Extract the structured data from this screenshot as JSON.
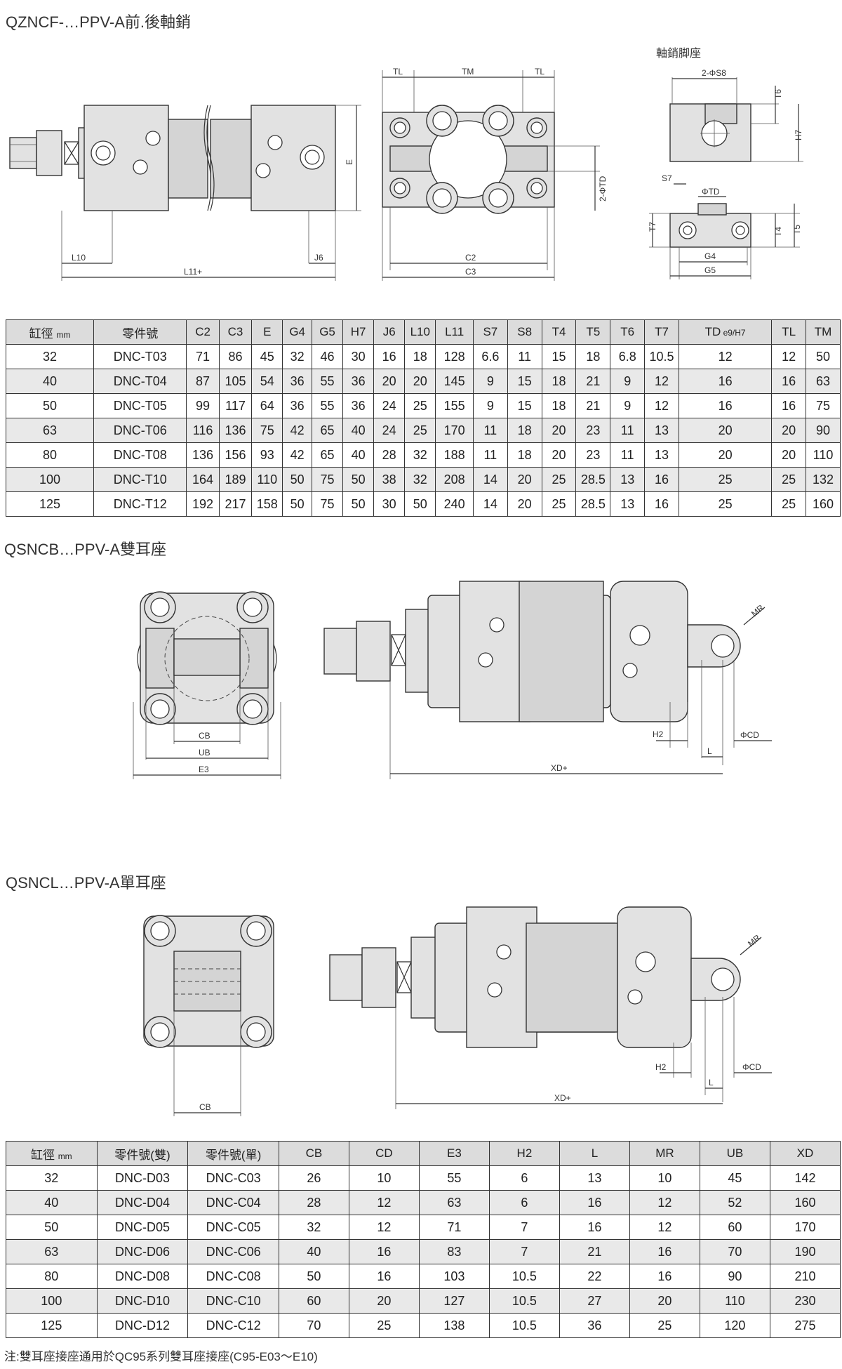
{
  "sections": {
    "s1": {
      "title": "QZNCF-…PPV-A前.後軸銷",
      "subtitle": "軸銷脚座"
    },
    "s2": {
      "title": "QSNCB…PPV-A雙耳座"
    },
    "s3": {
      "title": "QSNCL…PPV-A單耳座"
    }
  },
  "dims1": {
    "l10": "L10",
    "l11": "L11+",
    "j6": "J6",
    "e": "E",
    "tl": "TL",
    "tm": "TM",
    "c2": "C2",
    "c3": "C3",
    "td2": "2-ΦTD",
    "s8": "2-ΦS8",
    "t6": "T6",
    "h7": "H7",
    "s7": "S7",
    "td": "ΦTD",
    "t7": "T7",
    "t4": "T4",
    "t5": "T5",
    "g4": "G4",
    "g5": "G5"
  },
  "dims2": {
    "cb": "CB",
    "ub": "UB",
    "e3": "E3",
    "h2": "H2",
    "l": "L",
    "cd": "ΦCD",
    "xd": "XD+",
    "mr": "MR"
  },
  "dims3": {
    "cb": "CB",
    "h2": "H2",
    "l": "L",
    "cd": "ΦCD",
    "xd": "XD+",
    "mr": "MR"
  },
  "table1": {
    "bore_label": "缸徑",
    "bore_unit": "mm",
    "headers": [
      "零件號",
      "C2",
      "C3",
      "E",
      "G4",
      "G5",
      "H7",
      "J6",
      "L10",
      "L11",
      "S7",
      "S8",
      "T4",
      "T5",
      "T6",
      "T7",
      "TD",
      "TL",
      "TM"
    ],
    "td_sub": "e9/H7",
    "rows": [
      [
        "32",
        "DNC-T03",
        "71",
        "86",
        "45",
        "32",
        "46",
        "30",
        "16",
        "18",
        "128",
        "6.6",
        "11",
        "15",
        "18",
        "6.8",
        "10.5",
        "12",
        "12",
        "50"
      ],
      [
        "40",
        "DNC-T04",
        "87",
        "105",
        "54",
        "36",
        "55",
        "36",
        "20",
        "20",
        "145",
        "9",
        "15",
        "18",
        "21",
        "9",
        "12",
        "16",
        "16",
        "63"
      ],
      [
        "50",
        "DNC-T05",
        "99",
        "117",
        "64",
        "36",
        "55",
        "36",
        "24",
        "25",
        "155",
        "9",
        "15",
        "18",
        "21",
        "9",
        "12",
        "16",
        "16",
        "75"
      ],
      [
        "63",
        "DNC-T06",
        "116",
        "136",
        "75",
        "42",
        "65",
        "40",
        "24",
        "25",
        "170",
        "11",
        "18",
        "20",
        "23",
        "11",
        "13",
        "20",
        "20",
        "90"
      ],
      [
        "80",
        "DNC-T08",
        "136",
        "156",
        "93",
        "42",
        "65",
        "40",
        "28",
        "32",
        "188",
        "11",
        "18",
        "20",
        "23",
        "11",
        "13",
        "20",
        "20",
        "110"
      ],
      [
        "100",
        "DNC-T10",
        "164",
        "189",
        "110",
        "50",
        "75",
        "50",
        "38",
        "32",
        "208",
        "14",
        "20",
        "25",
        "28.5",
        "13",
        "16",
        "25",
        "25",
        "132"
      ],
      [
        "125",
        "DNC-T12",
        "192",
        "217",
        "158",
        "50",
        "75",
        "50",
        "30",
        "50",
        "240",
        "14",
        "20",
        "25",
        "28.5",
        "13",
        "16",
        "25",
        "25",
        "160"
      ]
    ]
  },
  "table2": {
    "bore_label": "缸徑",
    "bore_unit": "mm",
    "headers": [
      "零件號(雙)",
      "零件號(單)",
      "CB",
      "CD",
      "E3",
      "H2",
      "L",
      "MR",
      "UB",
      "XD"
    ],
    "rows": [
      [
        "32",
        "DNC-D03",
        "DNC-C03",
        "26",
        "10",
        "55",
        "6",
        "13",
        "10",
        "45",
        "142"
      ],
      [
        "40",
        "DNC-D04",
        "DNC-C04",
        "28",
        "12",
        "63",
        "6",
        "16",
        "12",
        "52",
        "160"
      ],
      [
        "50",
        "DNC-D05",
        "DNC-C05",
        "32",
        "12",
        "71",
        "7",
        "16",
        "12",
        "60",
        "170"
      ],
      [
        "63",
        "DNC-D06",
        "DNC-C06",
        "40",
        "16",
        "83",
        "7",
        "21",
        "16",
        "70",
        "190"
      ],
      [
        "80",
        "DNC-D08",
        "DNC-C08",
        "50",
        "16",
        "103",
        "10.5",
        "22",
        "16",
        "90",
        "210"
      ],
      [
        "100",
        "DNC-D10",
        "DNC-C10",
        "60",
        "20",
        "127",
        "10.5",
        "27",
        "20",
        "110",
        "230"
      ],
      [
        "125",
        "DNC-D12",
        "DNC-C12",
        "70",
        "25",
        "138",
        "10.5",
        "36",
        "25",
        "120",
        "275"
      ]
    ]
  },
  "note": "注:雙耳座接座通用於QC95系列雙耳座接座(C95-E03～E10)"
}
